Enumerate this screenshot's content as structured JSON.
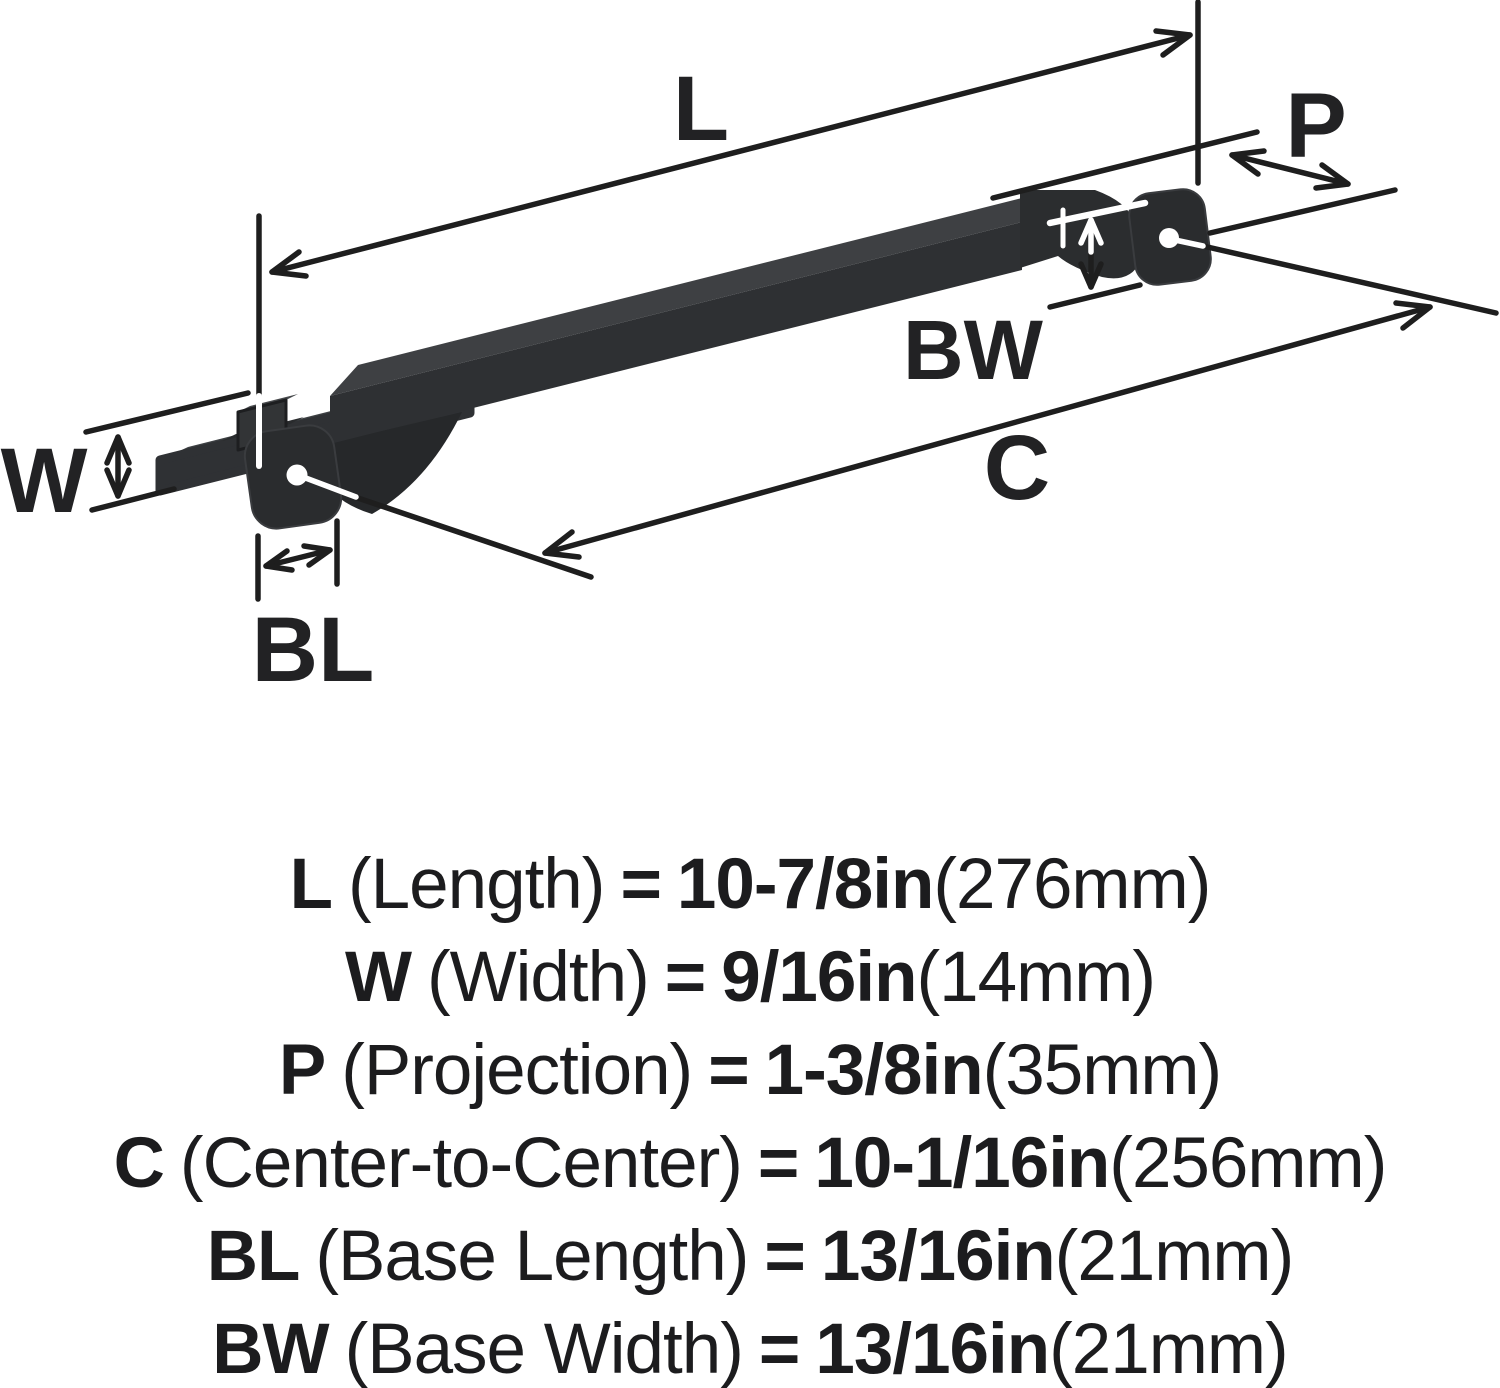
{
  "diagram": {
    "labels": {
      "l": "L",
      "w": "W",
      "p": "P",
      "c": "C",
      "bl": "BL",
      "bw": "BW"
    }
  },
  "legend": {
    "rows": [
      {
        "key": "L",
        "name": "(Length)",
        "eq": "=",
        "value": "10-7/8in",
        "metric": "(276mm)"
      },
      {
        "key": "W",
        "name": "(Width)",
        "eq": "=",
        "value": "9/16in",
        "metric": "(14mm)"
      },
      {
        "key": "P",
        "name": "(Projection)",
        "eq": "=",
        "value": "1-3/8in",
        "metric": "(35mm)"
      },
      {
        "key": "C",
        "name": "(Center-to-Center)",
        "eq": "=",
        "value": "10-1/16in",
        "metric": "(256mm)"
      },
      {
        "key": "BL",
        "name": "(Base Length)",
        "eq": "=",
        "value": "13/16in",
        "metric": "(21mm)"
      },
      {
        "key": "BW",
        "name": "(Base Width)",
        "eq": "=",
        "value": "13/16in",
        "metric": "(21mm)"
      }
    ]
  },
  "colors": {
    "background": "#ffffff",
    "dimension_line": "#1e1e1e",
    "text": "#1c1c1e",
    "handle_top_face": "#3d4043",
    "handle_front_face": "#2e3033",
    "handle_base_dark": "#26282a",
    "screw_axis": "#ffffff"
  }
}
